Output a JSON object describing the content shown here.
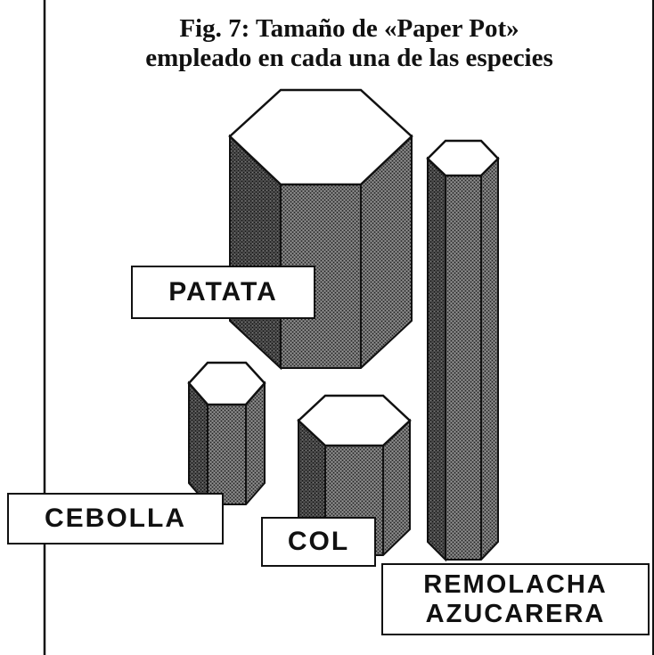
{
  "figure": {
    "title_line1": "Fig. 7: Tamaño de «Paper Pot»",
    "title_line2": "empleado en cada una de las especies"
  },
  "pots": {
    "patata": {
      "label": "PATATA"
    },
    "cebolla": {
      "label": "CEBOLLA"
    },
    "col": {
      "label": "COL"
    },
    "remolacha": {
      "label_line1": "REMOLACHA",
      "label_line2": "AZUCARERA"
    }
  },
  "colors": {
    "frame": "#111111",
    "pot_fill": "#5b5b5b",
    "background": "#ffffff"
  }
}
